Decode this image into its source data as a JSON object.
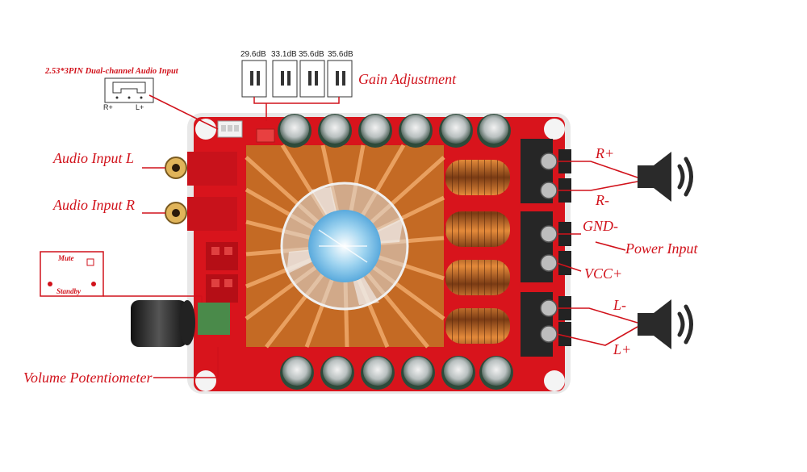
{
  "labels": {
    "audio_input_header": "2.53*3PIN Dual-channel Audio Input",
    "pin_r": "R+",
    "pin_l": "L+",
    "gain_title": "Gain Adjustment",
    "gain_values": [
      "29.6dB",
      "33.1dB",
      "35.6dB",
      "35.6dB"
    ],
    "audio_input_l": "Audio Input L",
    "audio_input_r": "Audio Input R",
    "mute": "Mute",
    "standby": "Standby",
    "volume": "Volume Potentiometer",
    "r_plus": "R+",
    "r_minus": "R-",
    "gnd": "GND-",
    "vcc": "VCC+",
    "power_input": "Power Input",
    "l_minus": "L-",
    "l_plus": "L+"
  },
  "colors": {
    "label": "#d1121b",
    "pcb": "#d8141c",
    "heatsink": "#d77a2c",
    "terminal": "#2a2a2a"
  }
}
